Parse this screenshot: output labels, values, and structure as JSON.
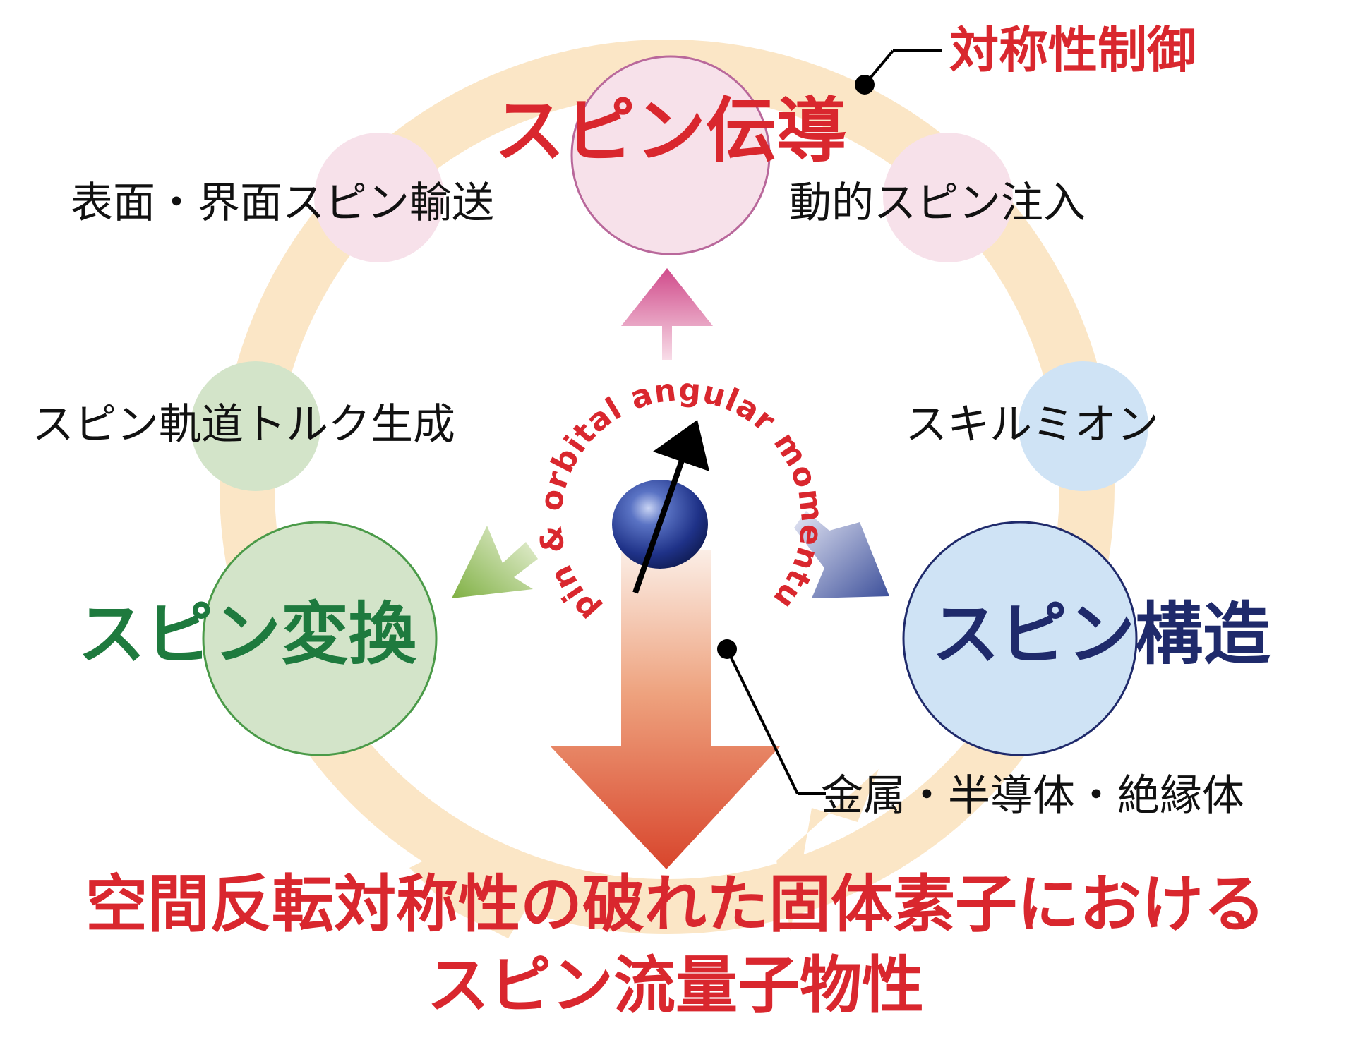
{
  "labels": {
    "symmetry_control": "対称性制御",
    "spin_conduction": "スピン伝導",
    "surface_interface_transport": "表面・界面スピン輸送",
    "dynamic_spin_injection": "動的スピン注入",
    "spin_orbital_torque": "スピン軌道トルク生成",
    "skyrmion": "スキルミオン",
    "spin_conversion": "スピン変換",
    "spin_structure": "スピン構造",
    "materials": "金属・半導体・絶縁体",
    "arc_text": "spin & orbital angular momentum",
    "title_line1": "空間反転対称性の破れた固体素子における",
    "title_line2": "スピン流量子物性"
  },
  "colors": {
    "ring": "#fbe6c6",
    "red": "#d9272e",
    "green": "#1e7a3e",
    "navy": "#1f2a6b",
    "pink_fill": "#f7e1ea",
    "green_fill": "#d3e4c9",
    "blue_fill": "#cfe3f5"
  }
}
